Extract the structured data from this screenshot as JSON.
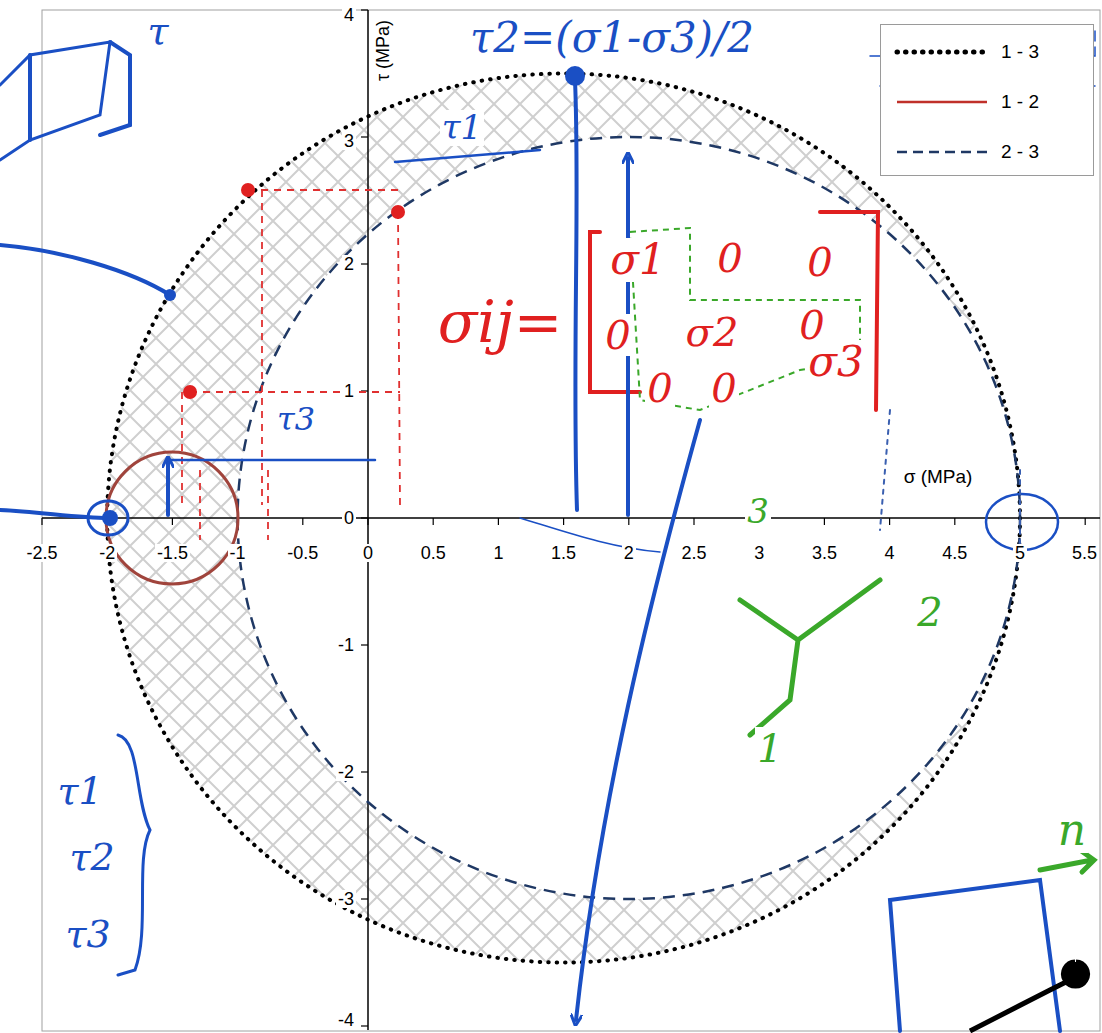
{
  "diagram": {
    "labels": [
      "-2.5",
      "-2",
      "-1.5",
      "-1",
      "-0.5",
      "0",
      "0.5",
      "1",
      "1.5",
      "2",
      "2.5",
      "3",
      "3.5",
      "4",
      "4.5",
      "5",
      "5.5",
      "4",
      "3",
      "2",
      "1",
      "0",
      "-1",
      "-2",
      "-3",
      "-4",
      "τ (MPa)",
      "σ (MPa)",
      "τ2=(σ1-σ3)/2",
      "τ1",
      "τ3",
      "σij=",
      "σ1",
      "0",
      "0",
      "0",
      "σ2",
      "0",
      "0",
      "0",
      "σ3",
      "3",
      "2",
      "1",
      "n",
      "τ1",
      "τ2",
      "τ3",
      "τ"
    ],
    "legend": [
      {
        "text": "1 - 3"
      },
      {
        "text": "1 - 2"
      },
      {
        "text": "2 - 3"
      }
    ]
  }
}
